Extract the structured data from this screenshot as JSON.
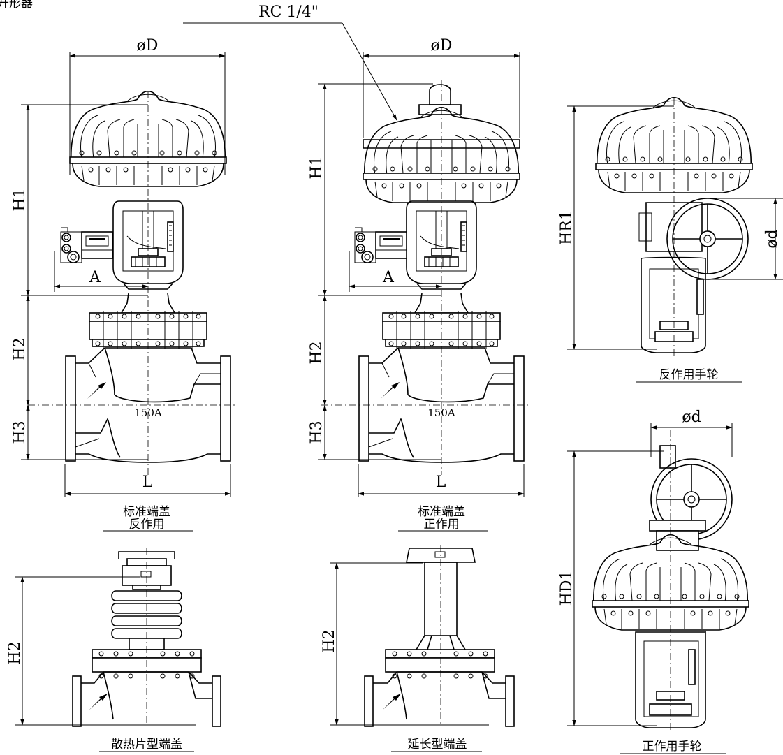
{
  "header": {
    "partial_text": "开形器"
  },
  "labels": {
    "rc": "RC  1/4\"",
    "phiD": "øD",
    "phid": "ød",
    "H1": "H1",
    "H2": "H2",
    "H3": "H3",
    "HR1": "HR1",
    "HD1": "HD1",
    "A": "A",
    "L": "L",
    "size": "150A"
  },
  "captions": {
    "std_reverse_1": "标准端盖",
    "std_reverse_2": "反作用",
    "std_direct_1": "标准端盖",
    "std_direct_2": "正作用",
    "reverse_handwheel": "反作用手轮",
    "direct_handwheel": "正作用手轮",
    "radiator_bonnet": "散热片型端盖",
    "extended_bonnet": "延长型端盖"
  }
}
